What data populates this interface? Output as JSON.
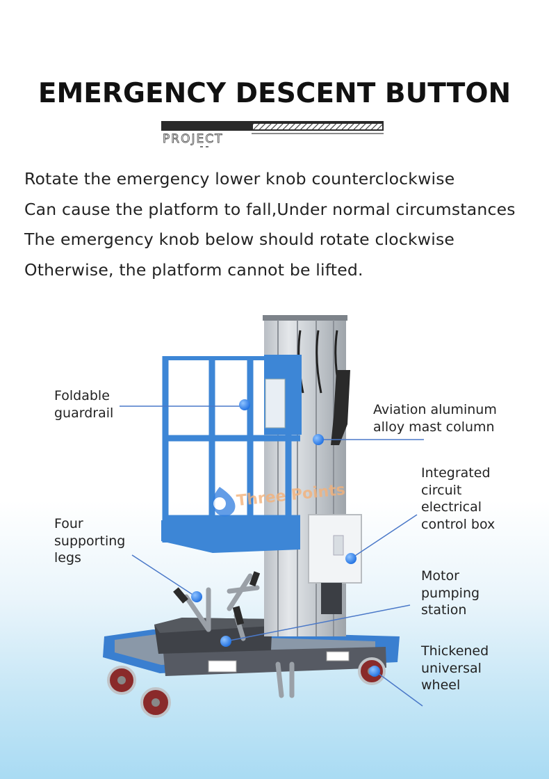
{
  "title": "EMERGENCY DESCENT BUTTON",
  "banner_text": "PROJECT",
  "description": [
    "Rotate the emergency lower knob counterclockwise",
    "Can cause the platform to fall,Under normal circumstances",
    "The emergency knob below should rotate clockwise",
    "Otherwise, the platform cannot be lifted."
  ],
  "watermark": "Three Points",
  "labels": {
    "guardrail": [
      "Foldable",
      "guardrail"
    ],
    "mast": [
      "Aviation aluminum",
      "alloy mast column"
    ],
    "control_box": [
      "Integrated",
      "circuit",
      "electrical",
      "control box"
    ],
    "legs": [
      "Four",
      "supporting",
      "legs"
    ],
    "pump": [
      "Motor",
      "pumping",
      "station"
    ],
    "wheel": [
      "Thickened",
      "universal",
      "wheel"
    ]
  },
  "colors": {
    "platform_blue": "#3d86d6",
    "marker_blue": "#1f6fe0",
    "leader_line": "#4a78c8",
    "base_blue": "#3a7fd0"
  }
}
